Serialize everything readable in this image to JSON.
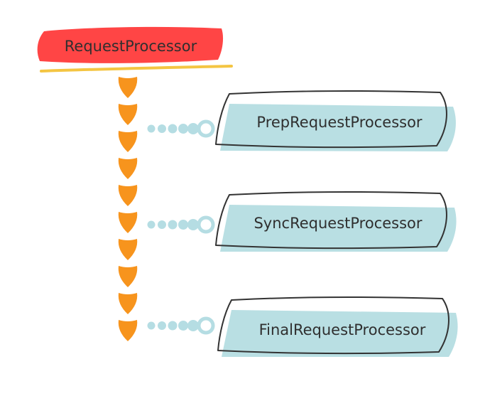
{
  "root": {
    "label": "RequestProcessor",
    "highlight_color": "#ff4545",
    "underline_color": "#f4c542"
  },
  "chain": {
    "marker_color": "#f7941d",
    "marker_count": 10
  },
  "connector": {
    "dot_color": "#b5dde3"
  },
  "processors": [
    {
      "label": "PrepRequestProcessor"
    },
    {
      "label": "SyncRequestProcessor"
    },
    {
      "label": "FinalRequestProcessor"
    }
  ],
  "colors": {
    "card_fill": "#b9dfe3",
    "card_stroke": "#333333"
  }
}
